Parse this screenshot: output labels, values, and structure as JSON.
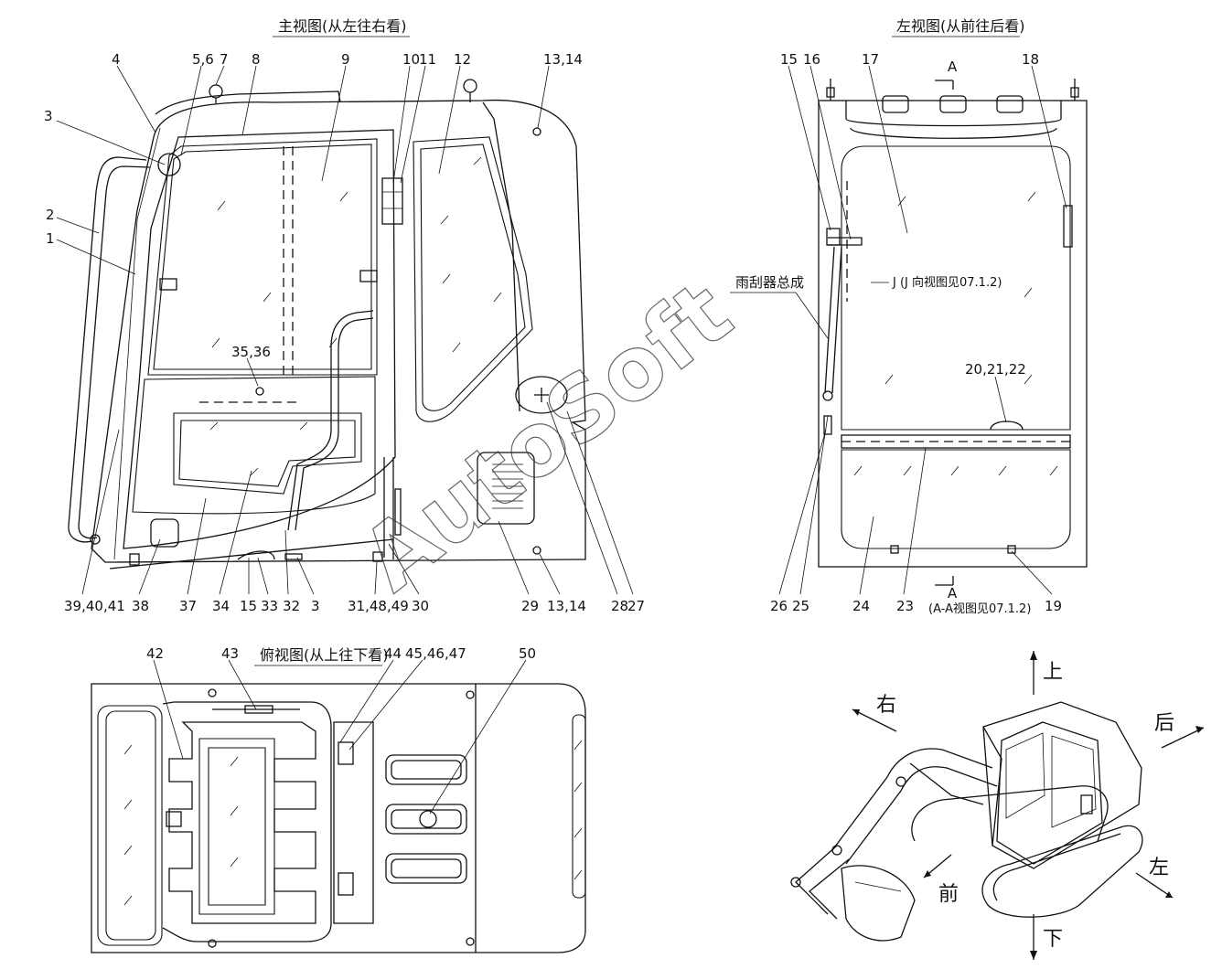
{
  "titles": {
    "main": "主视图(从左往右看)",
    "left": "左视图(从前往后看)",
    "top": "俯视图(从上往下看)"
  },
  "watermark": "AutoSoft",
  "main_view_labels": [
    "4",
    "5,6",
    "7",
    "8",
    "9",
    "10",
    "11",
    "12",
    "13,14",
    "3",
    "2",
    "1",
    "35,36",
    "39,40,41",
    "38",
    "37",
    "34",
    "15",
    "33",
    "32",
    "3",
    "31,48,49",
    "30",
    "29",
    "13,14",
    "28",
    "27"
  ],
  "left_view_labels": [
    "15",
    "16",
    "17",
    "18",
    "20,21,22",
    "26",
    "25",
    "24",
    "23",
    "19"
  ],
  "left_view_notes": {
    "section_mark": "A",
    "j_view": "J (J 向视图见07.1.2)",
    "aa_view": "(A-A视图见07.1.2)",
    "wiper": "雨刮器总成"
  },
  "top_view_labels": [
    "42",
    "43",
    "44",
    "45,46,47",
    "50"
  ],
  "directions": {
    "up": "上",
    "down": "下",
    "left": "左",
    "right": "右",
    "front": "前",
    "back": "后"
  }
}
